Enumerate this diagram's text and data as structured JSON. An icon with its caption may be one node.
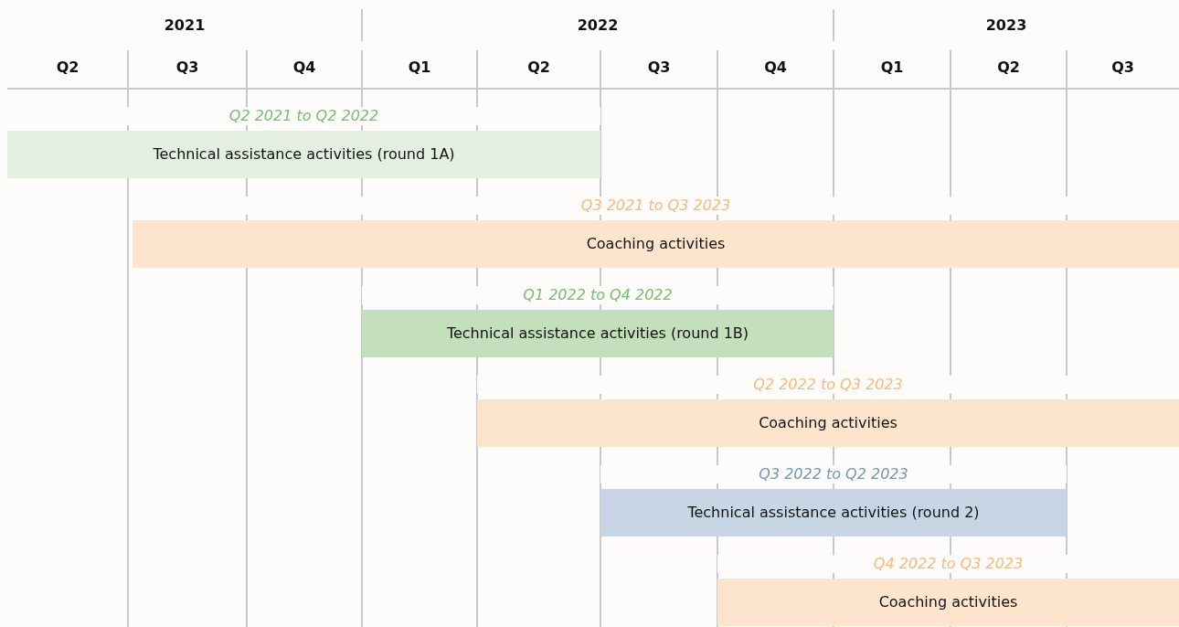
{
  "diagram": {
    "nodes": [
      {
        "text": [
          "Technical assistance activities (round 1A)"
        ],
        "beside": [
          "Q2 2021 to Q2 2022"
        ]
      },
      {
        "text": [
          "Coaching activities"
        ],
        "beside": [
          "Q3 2021 to Q3 2023"
        ]
      },
      {
        "text": [
          "Technical assistance activities (round 1B)"
        ],
        "beside": [
          "Q1 2022 to Q4 2022"
        ]
      },
      {
        "text": [
          "Coaching activities"
        ],
        "beside": [
          "Q2 2022 to Q3 2023"
        ]
      },
      {
        "text": [
          "Technical assistance activities (round 2)"
        ],
        "beside": [
          "Q3 2022 to Q2 2023"
        ]
      },
      {
        "text": [
          "Coaching activities"
        ],
        "beside": [
          "Q4 2022 to Q3 2023"
        ]
      }
    ],
    "labels": [
      "2021",
      "2022",
      "2023",
      "Q2",
      "Q3",
      "Q4",
      "Q1",
      "Q2",
      "Q3",
      "Q4",
      "Q1",
      "Q2",
      "Q3"
    ]
  }
}
